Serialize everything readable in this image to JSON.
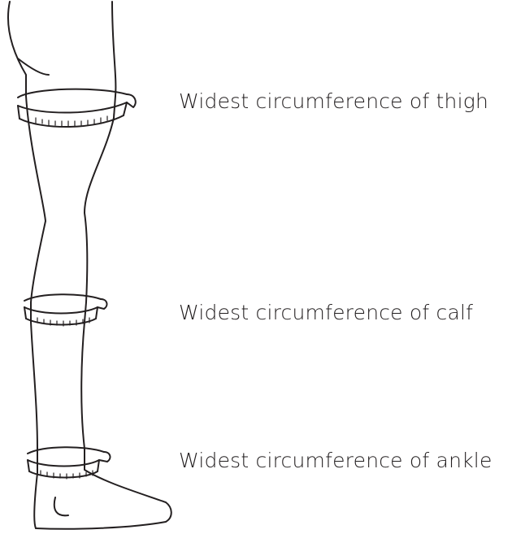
{
  "labels": {
    "thigh": "Widest circumference of thigh",
    "calf": "Widest circumference of calf",
    "ankle": "Widest circumference of ankle"
  },
  "colors": {
    "stroke": "#231f20",
    "text": "#231f20",
    "background": "#ffffff"
  }
}
